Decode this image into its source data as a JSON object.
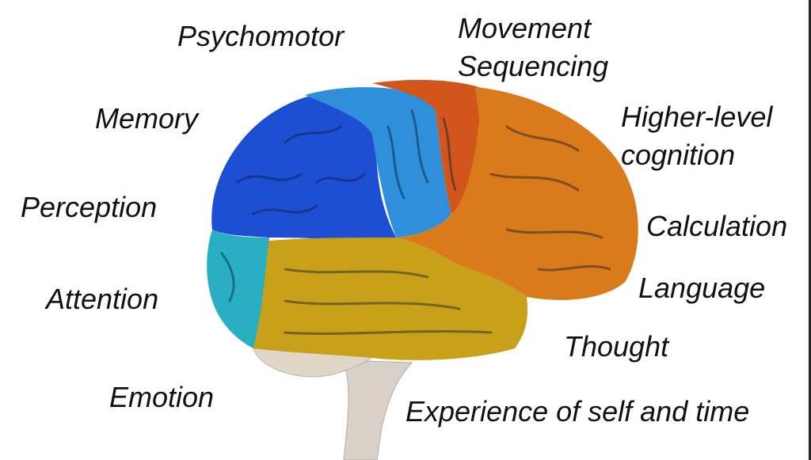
{
  "labels": {
    "psychomotor": "Psychomotor",
    "movement_sequencing_1": "Movement",
    "movement_sequencing_2": "Sequencing",
    "memory": "Memory",
    "higher_level_1": "Higher-level",
    "higher_level_2": "cognition",
    "perception": "Perception",
    "calculation": "Calculation",
    "attention": "Attention",
    "language": "Language",
    "thought": "Thought",
    "emotion": "Emotion",
    "experience": "Experience of self and time"
  },
  "colors": {
    "occipital": "#2ab0c0",
    "parietal": "#1f4fd0",
    "somatosensory": "#2f8fd8",
    "motor": "#d4581a",
    "frontal": "#d97b1a",
    "temporal": "#c9a019",
    "cerebellum": "#ddd2c2",
    "brainstem": "#d8d0c6",
    "text": "#111111"
  }
}
